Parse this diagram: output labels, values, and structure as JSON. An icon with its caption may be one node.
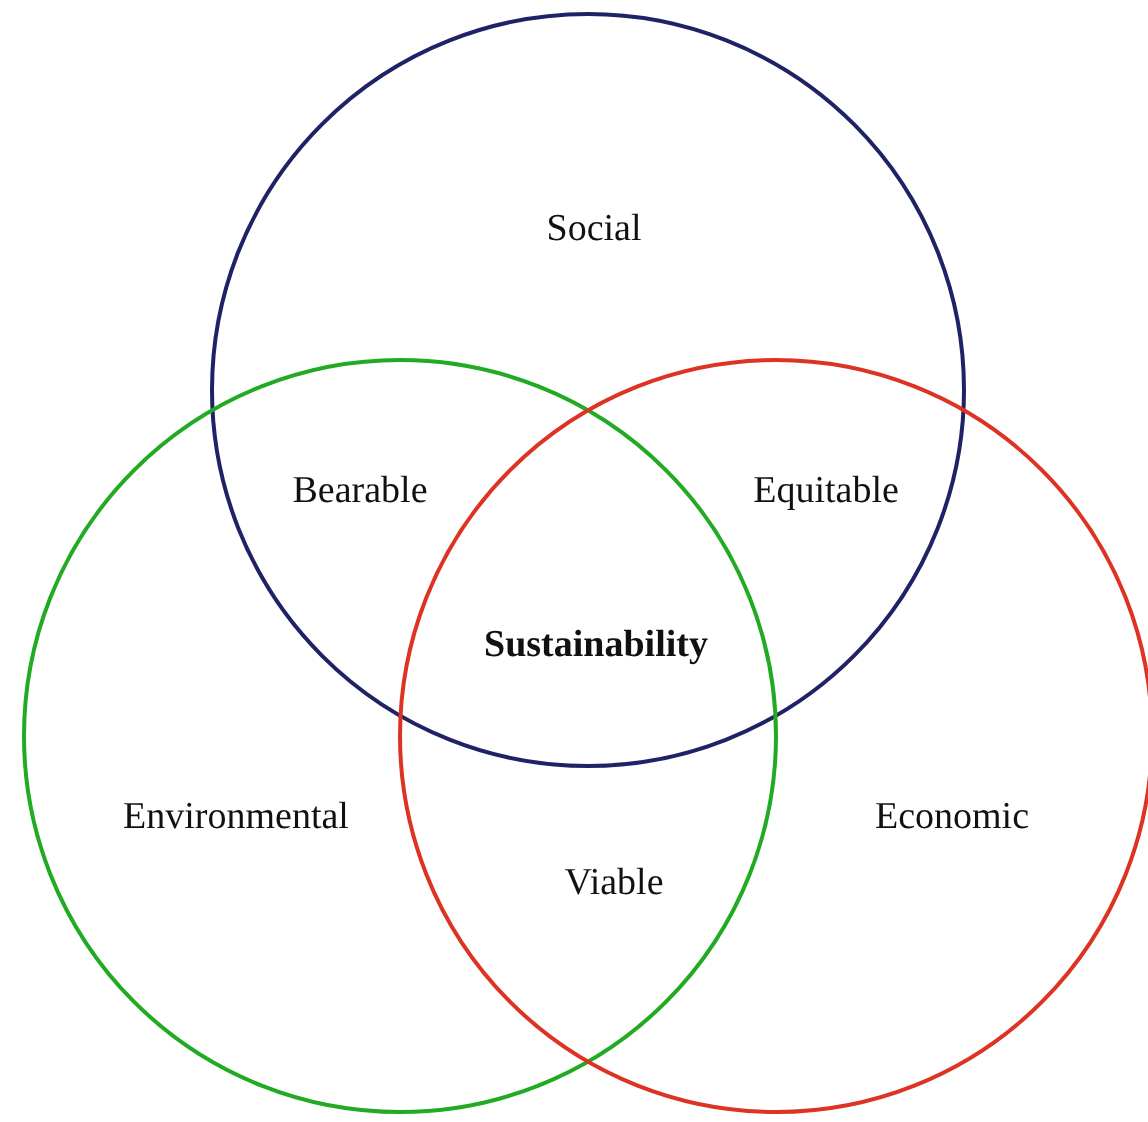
{
  "diagram": {
    "nodes": [
      {
        "text": [
          "Social"
        ]
      },
      {
        "text": [
          "Environmental"
        ]
      },
      {
        "text": [
          "Economic"
        ]
      }
    ],
    "labels": [
      "Bearable",
      "Equitable",
      "Sustainability",
      "Viable"
    ]
  }
}
